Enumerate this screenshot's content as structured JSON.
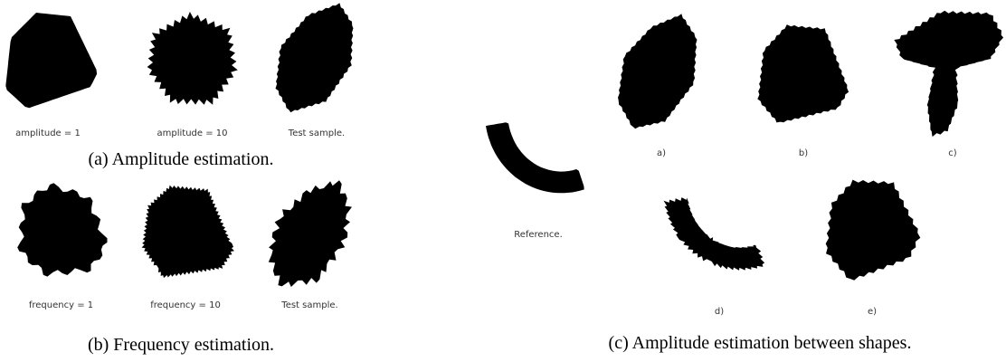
{
  "panel_a": {
    "labels": [
      "amplitude = 1",
      "amplitude = 10",
      "Test sample."
    ],
    "caption": "(a) Amplitude estimation."
  },
  "panel_b": {
    "labels": [
      "frequency = 1",
      "frequency = 10",
      "Test sample."
    ],
    "caption": "(b) Frequency estimation."
  },
  "panel_c": {
    "reference_label": "Reference.",
    "labels": [
      "a)",
      "b)",
      "c)",
      "d)",
      "e)"
    ],
    "caption": "(c) Amplitude estimation between shapes."
  },
  "colors": {
    "shape": "#000000",
    "background": "#ffffff"
  }
}
